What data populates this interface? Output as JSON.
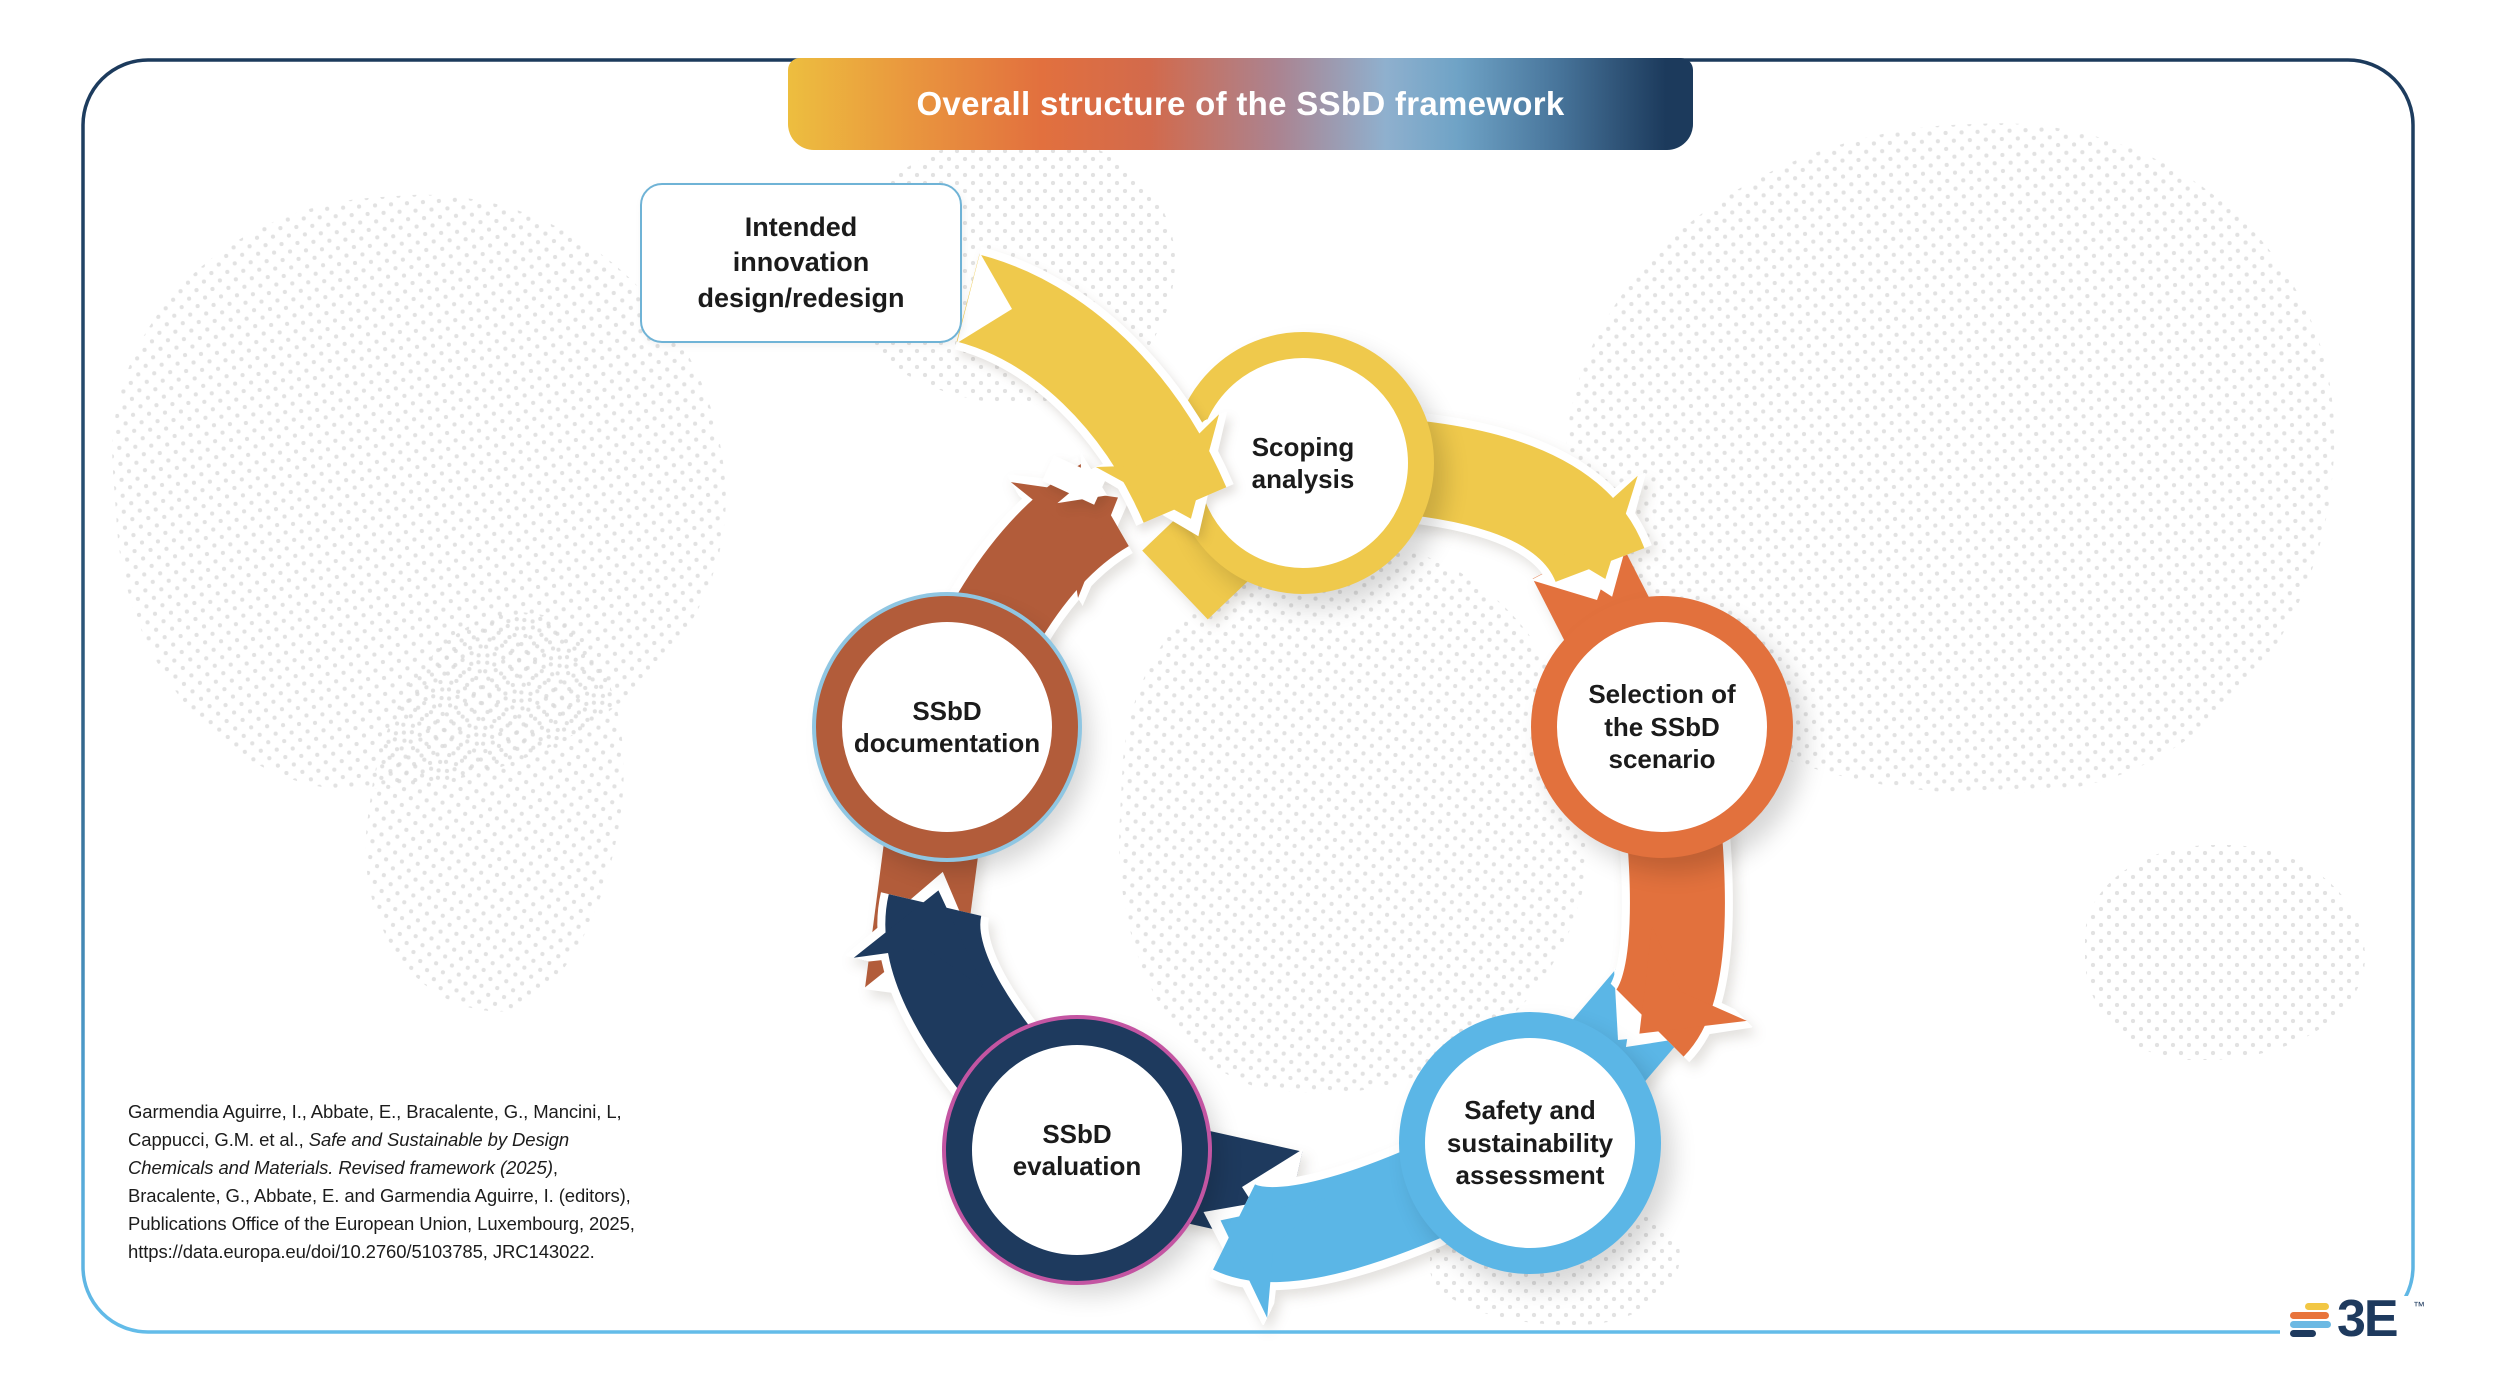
{
  "title": {
    "text": "Overall structure of the SSbD framework",
    "gradient": [
      "#EDBE3F",
      "#E2703E",
      "#8FB0CE",
      "#1C3A5C"
    ]
  },
  "entry_box": {
    "label": "Intended\ninnovation\ndesign/redesign"
  },
  "nodes": [
    {
      "id": "scoping-analysis",
      "label": "Scoping\nanalysis",
      "color": "#EFC94C",
      "rim": null
    },
    {
      "id": "selection-scenario",
      "label": "Selection of\nthe SSbD\nscenario",
      "color": "#E2713D",
      "rim": null
    },
    {
      "id": "safety-assessment",
      "label": "Safety and\nsustainability\nassessment",
      "color": "#5BB6E6",
      "rim": null
    },
    {
      "id": "ssbd-evaluation",
      "label": "SSbD\nevaluation",
      "color": "#1E3A5E",
      "rim": "#C355A2"
    },
    {
      "id": "ssbd-documentation",
      "label": "SSbD\ndocumentation",
      "color": "#B25C3A",
      "rim": "#8FC6E2"
    }
  ],
  "colors": {
    "white": "#FFFFFF",
    "border_top": "#1C3A5C",
    "border_bottom": "#63BCE9",
    "box_border": "#6FB3D6",
    "dots": "#DBDBDB"
  },
  "citation": {
    "pre": "Garmendia Aguirre, I., Abbate, E., Bracalente, G., Mancini, L,\nCappucci, G.M. et al.,  ",
    "italic": "Safe and Sustainable by Design\nChemicals and Materials. Revised framework (2025)",
    "post": ",\nBracalente, G., Abbate, E. and Garmendia Aguirre, I. (editors),\nPublications Office of the European Union, Luxembourg, 2025,\nhttps://data.europa.eu/doi/10.2760/5103785, JRC143022."
  },
  "logo": {
    "text": "3E",
    "tm": "™",
    "bar_colors": [
      "#F2C744",
      "#E8743C",
      "#6CB9E3",
      "#1E3A5E"
    ]
  }
}
